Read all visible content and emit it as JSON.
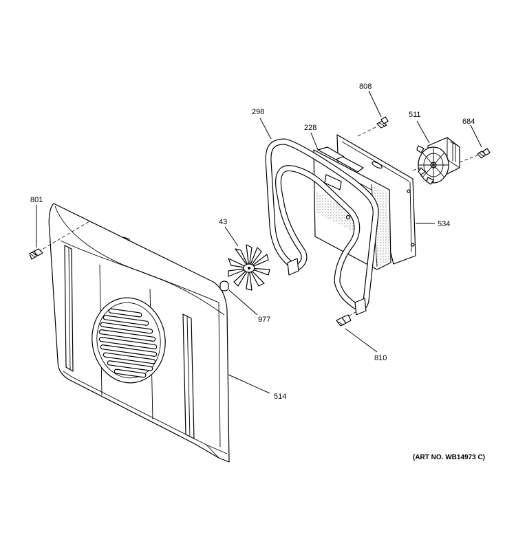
{
  "callouts": {
    "p801": "801",
    "p514": "514",
    "p43": "43",
    "p977": "977",
    "p298": "298",
    "p228": "228",
    "p808": "808",
    "p511": "511",
    "p684": "684",
    "p534": "534",
    "p810": "810"
  },
  "art_number": "(ART NO. WB14973 C)"
}
